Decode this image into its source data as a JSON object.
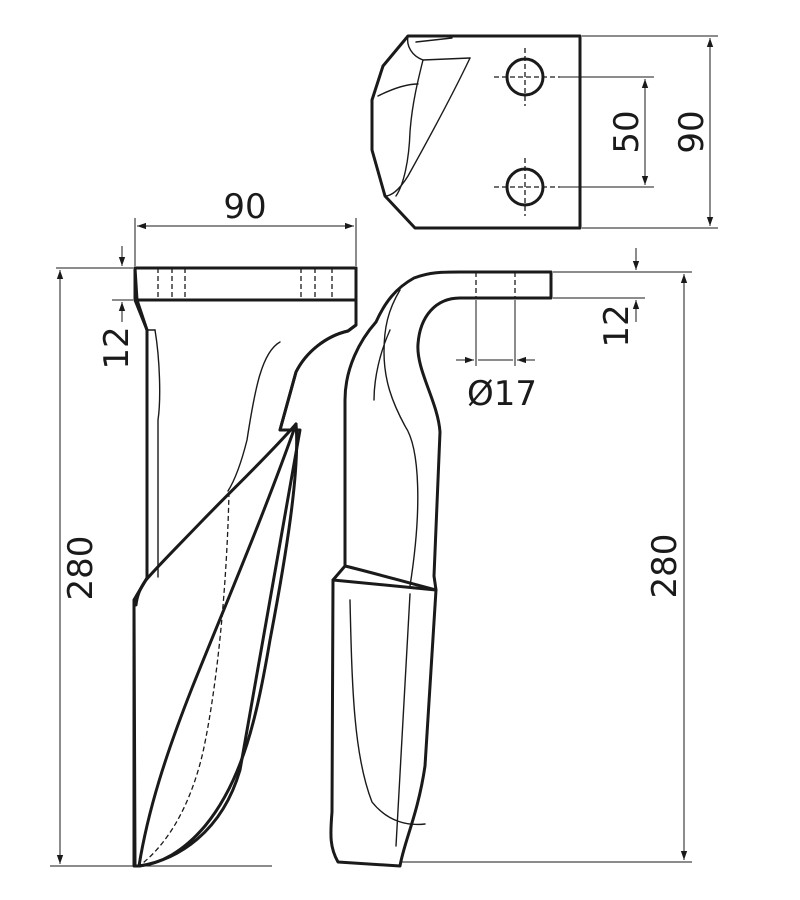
{
  "dimensions": {
    "top_width": "90",
    "bracket_height": "90",
    "hole_spacing": "50",
    "left_thickness": "12",
    "right_thickness": "12",
    "hole_diameter": "Ø17",
    "left_height": "280",
    "right_height": "280"
  },
  "colors": {
    "line": "#1a1a1a",
    "background": "#ffffff"
  }
}
